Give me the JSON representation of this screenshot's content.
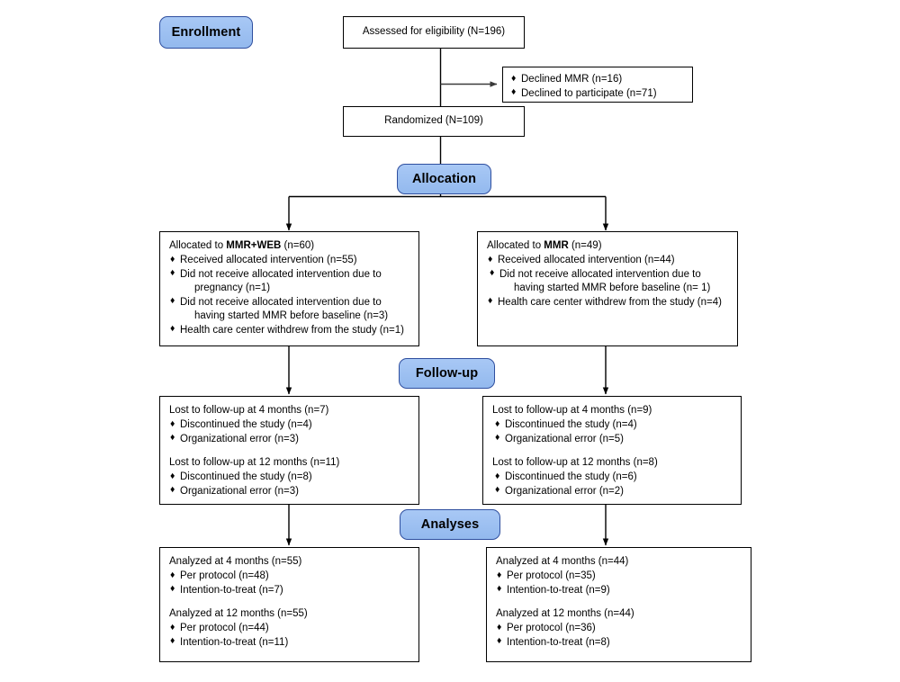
{
  "diagram": {
    "title": "CONSORT participant flow diagram",
    "type": "flowchart",
    "bullet_glyph": "♦",
    "colors": {
      "stage_fill": "#9cc0f0",
      "stage_border": "#2f4f9f",
      "box_border": "#000000",
      "connector": "#000000",
      "background": "#ffffff",
      "text": "#000000"
    }
  },
  "stages": {
    "enrollment": "Enrollment",
    "allocation": "Allocation",
    "followup": "Follow-up",
    "analyses": "Analyses"
  },
  "enrollment": {
    "assessed": "Assessed for eligibility (N=196)",
    "randomized": "Randomized (N=109)",
    "excluded": [
      "Declined MMR (n=16)",
      "Declined to participate (n=71)"
    ]
  },
  "allocation": {
    "left": {
      "heading_pre": "Allocated to ",
      "heading_bold": "MMR+WEB",
      "heading_post": " (n=60)",
      "items": [
        {
          "text": "Received allocated intervention (n=55)",
          "cont": ""
        },
        {
          "text": "Did not receive allocated intervention due to",
          "cont": "pregnancy (n=1)"
        },
        {
          "text": "Did not receive allocated intervention due to",
          "cont": "having started MMR before baseline (n=3)"
        },
        {
          "text": "Health care center withdrew from the study (n=1)",
          "cont": ""
        }
      ]
    },
    "right": {
      "heading_pre": "Allocated to ",
      "heading_bold": "MMR",
      "heading_post": " (n=49)",
      "items": [
        {
          "text": "Received allocated intervention (n=44)",
          "cont": ""
        },
        {
          "text": "Did not receive allocated intervention due to",
          "cont": "having started MMR before baseline (n= 1)"
        },
        {
          "text": "Health care center withdrew from the study (n=4)",
          "cont": ""
        }
      ]
    }
  },
  "followup": {
    "left": {
      "group1_heading": "Lost to follow-up at 4 months (n=7)",
      "group1_items": [
        "Discontinued the study (n=4)",
        "Organizational error (n=3)"
      ],
      "group2_heading": "Lost to follow-up at 12 months (n=11)",
      "group2_items": [
        "Discontinued the study (n=8)",
        "Organizational error (n=3)"
      ]
    },
    "right": {
      "group1_heading": "Lost to follow-up at 4 months (n=9)",
      "group1_items": [
        "Discontinued the study (n=4)",
        "Organizational error (n=5)"
      ],
      "group2_heading": "Lost to follow-up at 12 months (n=8)",
      "group2_items": [
        "Discontinued the study (n=6)",
        "Organizational error (n=2)"
      ]
    }
  },
  "analyses": {
    "left": {
      "group1_heading": "Analyzed at 4 months (n=55)",
      "group1_items": [
        "Per protocol (n=48)",
        "Intention-to-treat (n=7)"
      ],
      "group2_heading": "Analyzed at 12 months (n=55)",
      "group2_items": [
        "Per protocol (n=44)",
        "Intention-to-treat (n=11)"
      ]
    },
    "right": {
      "group1_heading": "Analyzed at 4 months (n=44)",
      "group1_items": [
        "Per protocol (n=35)",
        "Intention-to-treat (n=9)"
      ],
      "group2_heading": "Analyzed at 12 months (n=44)",
      "group2_items": [
        "Per protocol (n=36)",
        "Intention-to-treat (n=8)"
      ]
    }
  }
}
